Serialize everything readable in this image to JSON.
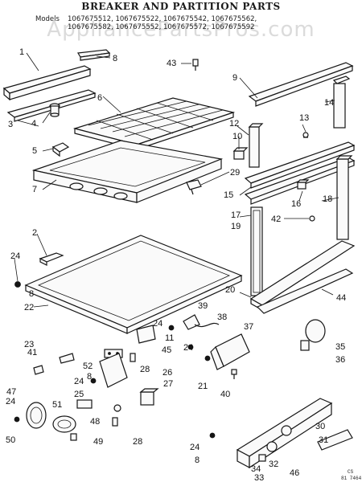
{
  "diagram": {
    "title": "BREAKER AND PARTITION PARTS",
    "models_label": "Models",
    "models_line1": "1067675512, 1067675522, 1067675542, 1067675562,",
    "models_line2": "1067675582, 1067675552, 1067675572, 1067675592",
    "watermark": "AppliancePartsPros.com",
    "footer_code1": "CS",
    "footer_code2": "81 7464",
    "callouts": [
      "1",
      "2",
      "3",
      "4",
      "5",
      "6",
      "7",
      "8",
      "8",
      "8",
      "8",
      "9",
      "10",
      "11",
      "12",
      "13",
      "14",
      "15",
      "16",
      "17",
      "18",
      "19",
      "20",
      "21",
      "22",
      "23",
      "24",
      "24",
      "24",
      "24",
      "24",
      "24",
      "25",
      "26",
      "27",
      "28",
      "28",
      "29",
      "30",
      "31",
      "32",
      "33",
      "34",
      "35",
      "36",
      "37",
      "38",
      "39",
      "40",
      "41",
      "42",
      "43",
      "44",
      "45",
      "46",
      "47",
      "48",
      "49",
      "50",
      "51",
      "52"
    ]
  },
  "colors": {
    "ink": "#151515",
    "background": "#ffffff",
    "watermark": "#bdbdbd"
  }
}
